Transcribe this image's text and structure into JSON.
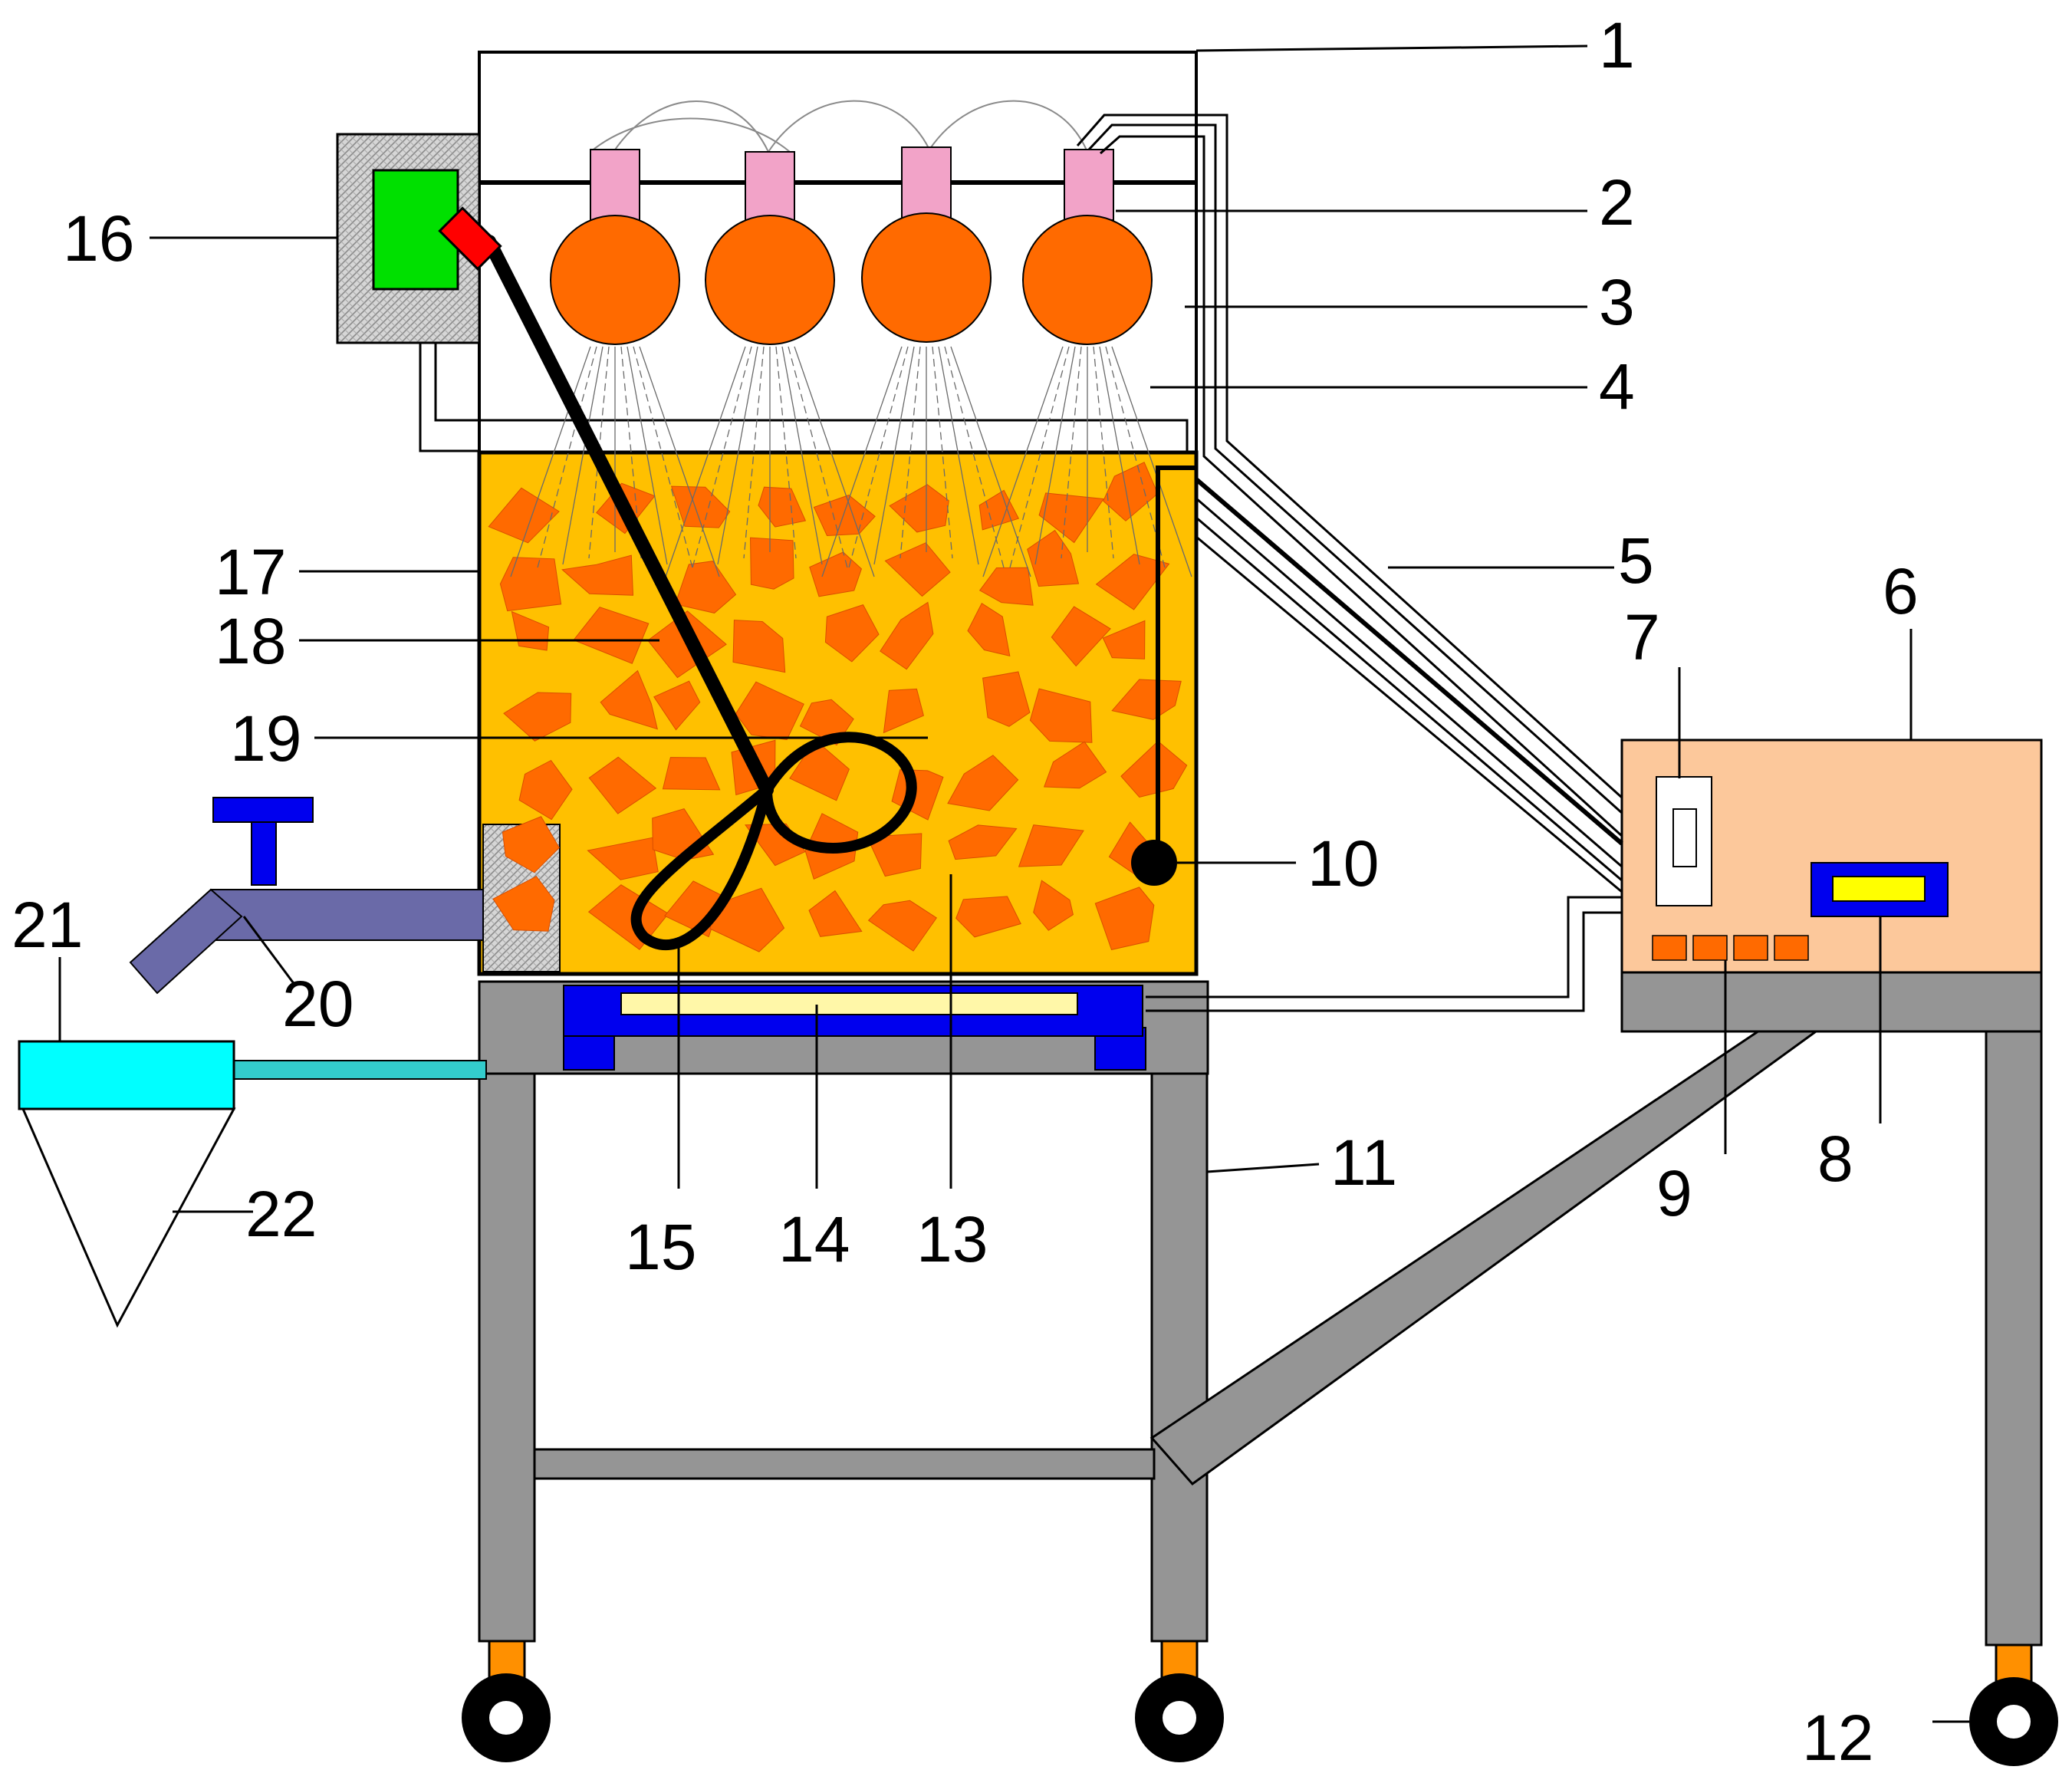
{
  "callouts": [
    {
      "id": "1",
      "text": "1"
    },
    {
      "id": "2",
      "text": "2"
    },
    {
      "id": "3",
      "text": "3"
    },
    {
      "id": "4",
      "text": "4"
    },
    {
      "id": "5",
      "text": "5"
    },
    {
      "id": "6",
      "text": "6"
    },
    {
      "id": "7",
      "text": "7"
    },
    {
      "id": "8",
      "text": "8"
    },
    {
      "id": "9",
      "text": "9"
    },
    {
      "id": "10",
      "text": "10"
    },
    {
      "id": "11",
      "text": "11"
    },
    {
      "id": "12",
      "text": "12"
    },
    {
      "id": "13",
      "text": "13"
    },
    {
      "id": "14",
      "text": "14"
    },
    {
      "id": "15",
      "text": "15"
    },
    {
      "id": "16",
      "text": "16"
    },
    {
      "id": "17",
      "text": "17"
    },
    {
      "id": "18",
      "text": "18"
    },
    {
      "id": "19",
      "text": "19"
    },
    {
      "id": "20",
      "text": "20"
    },
    {
      "id": "21",
      "text": "21"
    },
    {
      "id": "22",
      "text": "22"
    }
  ],
  "colors": {
    "frame_gray": "#959595",
    "lamp_orange": "#ff6a00",
    "lamp_socket_pink": "#f2a3c8",
    "bed_yellow": "#ffc000",
    "piece_orange": "#ff6a00",
    "heater_green": "#00e000",
    "heater_box_hatch": "#cfcfcf",
    "stirrer_red": "#ff0000",
    "platform_blue": "#0000ee",
    "plate_cream": "#fff7a8",
    "controller_peach": "#fcc89b",
    "display_yellow": "#ffff00",
    "valve_blue": "#0000ee",
    "valve_pipe_slate": "#6a6aa8",
    "collector_cyan": "#00ffff",
    "pipe_teal": "#33cccc",
    "caster_orange": "#ff9000"
  },
  "icons": {
    "lamp": "bulb-icon",
    "valve_handle": "valve-handle-icon",
    "wheel": "caster-wheel-icon",
    "sensor": "probe-icon",
    "switch": "power-switch-icon"
  }
}
